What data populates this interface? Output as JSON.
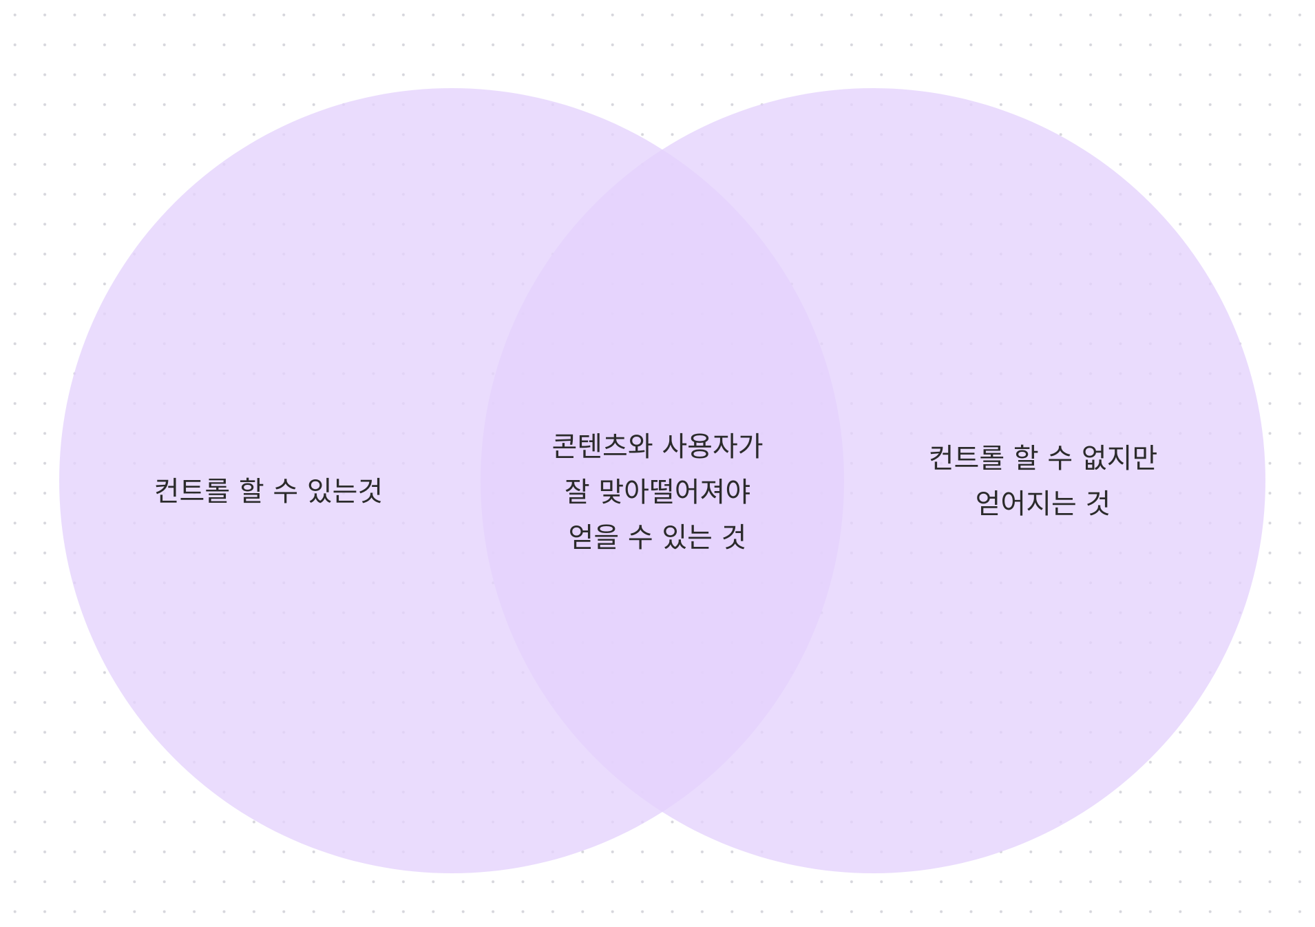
{
  "diagram": {
    "type": "venn",
    "colors": {
      "background": "#ffffff",
      "grid_dot": "#d6d6dc",
      "circle_fill": "#e4d2fd",
      "circle_overlap": "#dcc4fb"
    },
    "sets": [
      {
        "id": "left",
        "label_lines": [
          "컨트롤 할 수 있는것"
        ]
      },
      {
        "id": "right",
        "label_lines": [
          "컨트롤 할 수 없지만",
          "얻어지는 것"
        ]
      }
    ],
    "intersection": {
      "label_lines": [
        "콘텐츠와 사용자가",
        "잘 맞아떨어져야",
        "얻을 수 있는 것"
      ]
    }
  }
}
